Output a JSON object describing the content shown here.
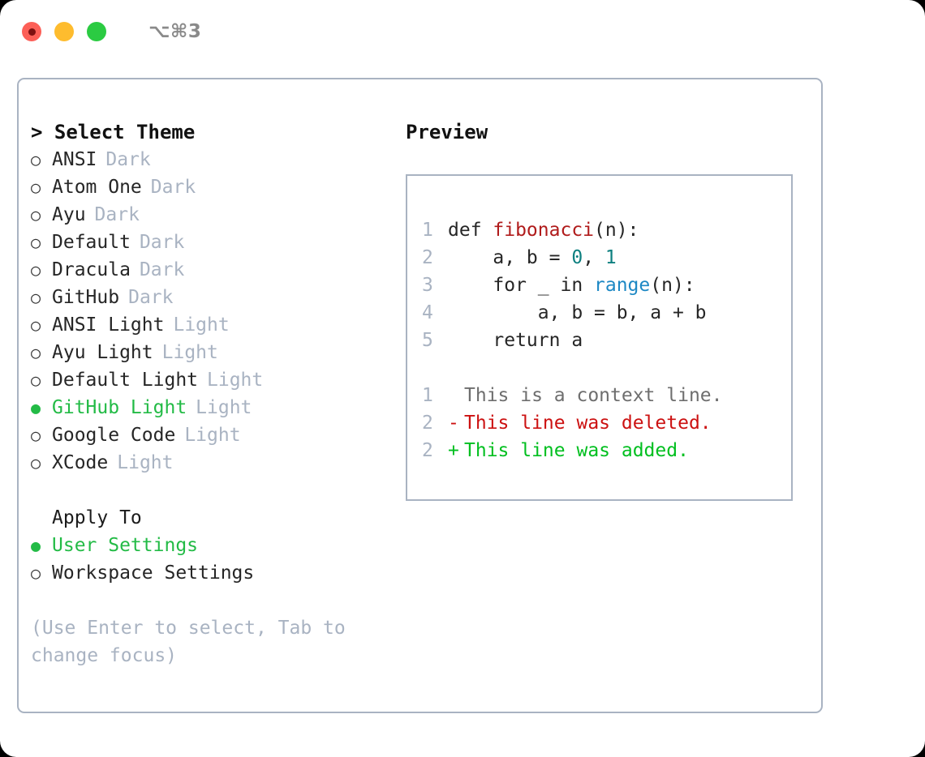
{
  "titlebar": {
    "shortcut": "⌥⌘3",
    "lights": [
      {
        "name": "close",
        "color": "#fc5f57",
        "recording": true
      },
      {
        "name": "minimize",
        "color": "#febc2e",
        "recording": false
      },
      {
        "name": "maximize",
        "color": "#2bcb42",
        "recording": false
      }
    ]
  },
  "theme_picker": {
    "header": "> Select Theme",
    "items": [
      {
        "bullet": "○",
        "name": "ANSI",
        "variant": "Dark",
        "selected": false
      },
      {
        "bullet": "○",
        "name": "Atom One",
        "variant": "Dark",
        "selected": false
      },
      {
        "bullet": "○",
        "name": "Ayu",
        "variant": "Dark",
        "selected": false
      },
      {
        "bullet": "○",
        "name": "Default",
        "variant": "Dark",
        "selected": false
      },
      {
        "bullet": "○",
        "name": "Dracula",
        "variant": "Dark",
        "selected": false
      },
      {
        "bullet": "○",
        "name": "GitHub",
        "variant": "Dark",
        "selected": false
      },
      {
        "bullet": "○",
        "name": "ANSI Light",
        "variant": "Light",
        "selected": false
      },
      {
        "bullet": "○",
        "name": "Ayu Light",
        "variant": "Light",
        "selected": false
      },
      {
        "bullet": "○",
        "name": "Default Light",
        "variant": "Light",
        "selected": false
      },
      {
        "bullet": "●",
        "name": "GitHub Light",
        "variant": "Light",
        "selected": true
      },
      {
        "bullet": "○",
        "name": "Google Code",
        "variant": "Light",
        "selected": false
      },
      {
        "bullet": "○",
        "name": "XCode",
        "variant": "Light",
        "selected": false
      }
    ]
  },
  "apply_to": {
    "header": "Apply To",
    "items": [
      {
        "bullet": "●",
        "name": "User Settings",
        "selected": true
      },
      {
        "bullet": "○",
        "name": "Workspace Settings",
        "selected": false
      }
    ]
  },
  "hint": "(Use Enter to select, Tab to change focus)",
  "preview": {
    "title": "Preview",
    "code_lines": [
      {
        "num": "1",
        "tokens": [
          {
            "t": "def ",
            "c": "plain"
          },
          {
            "t": "fibonacci",
            "c": "fn"
          },
          {
            "t": "(n):",
            "c": "plain"
          }
        ]
      },
      {
        "num": "2",
        "tokens": [
          {
            "t": "    a, b = ",
            "c": "plain"
          },
          {
            "t": "0",
            "c": "num"
          },
          {
            "t": ", ",
            "c": "plain"
          },
          {
            "t": "1",
            "c": "num"
          }
        ]
      },
      {
        "num": "3",
        "tokens": [
          {
            "t": "    for _ in ",
            "c": "plain"
          },
          {
            "t": "range",
            "c": "call"
          },
          {
            "t": "(n):",
            "c": "plain"
          }
        ]
      },
      {
        "num": "4",
        "tokens": [
          {
            "t": "        a, b = b, a + b",
            "c": "plain"
          }
        ]
      },
      {
        "num": "5",
        "tokens": [
          {
            "t": "    return a",
            "c": "plain"
          }
        ]
      }
    ],
    "diff_lines": [
      {
        "num": "1",
        "marker": " ",
        "text": "This is a context line.",
        "kind": "ctx"
      },
      {
        "num": "2",
        "marker": "-",
        "text": "This line was deleted.",
        "kind": "del"
      },
      {
        "num": "2",
        "marker": "+",
        "text": "This line was added.",
        "kind": "add"
      }
    ]
  },
  "colors": {
    "accent_green": "#23bb46",
    "muted": "#a9b3c2",
    "border": "#a9b3c2",
    "diff_delete": "#cc1111",
    "diff_add": "#00bf1f",
    "token_function": "#b01b1b",
    "token_number": "#0e8080",
    "token_call": "#1d88c4"
  }
}
